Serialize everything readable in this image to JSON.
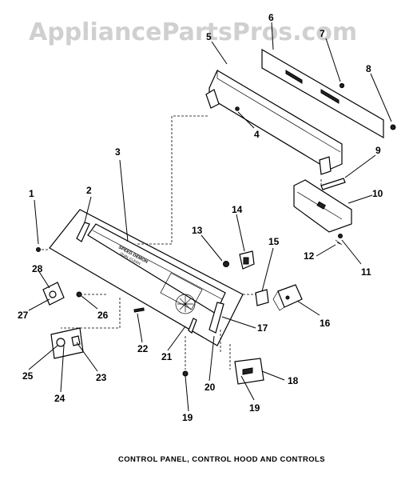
{
  "watermark": "AppliancePartsPros.com",
  "caption": "CONTROL PANEL, CONTROL HOOD AND CONTROLS",
  "panel_text": {
    "line1": "SPEED DEMON",
    "line2": "DUAL CLEAN"
  },
  "callouts": [
    "1",
    "2",
    "3",
    "4",
    "5",
    "6",
    "7",
    "8",
    "9",
    "10",
    "11",
    "12",
    "13",
    "14",
    "15",
    "16",
    "17",
    "18",
    "19",
    "19",
    "20",
    "21",
    "22",
    "23",
    "24",
    "25",
    "26",
    "27",
    "28"
  ]
}
